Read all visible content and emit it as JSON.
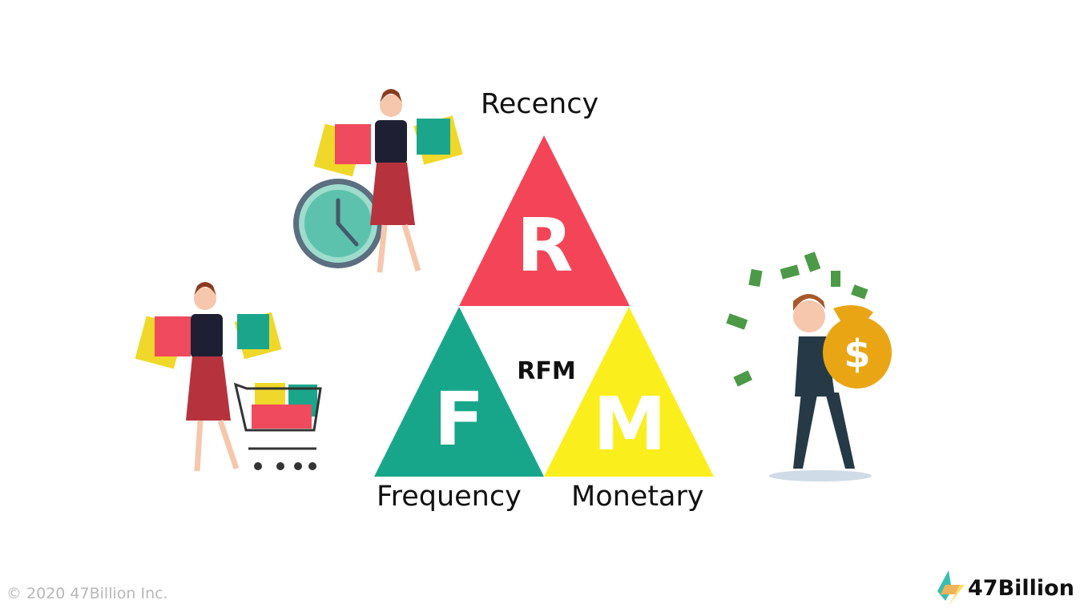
{
  "diagram": {
    "center_label": "RFM",
    "segments": [
      {
        "letter": "R",
        "label": "Recency",
        "color": "#F44558"
      },
      {
        "letter": "F",
        "label": "Frequency",
        "color": "#18A68A"
      },
      {
        "letter": "M",
        "label": "Monetary",
        "color": "#FAEE1D"
      }
    ]
  },
  "footer": {
    "copyright": "© 2020 47Billion Inc.",
    "brand": "47Billion"
  },
  "icons": [
    "shopper-with-clock",
    "shopper-with-cart",
    "man-with-money-bag",
    "brand-logo"
  ]
}
